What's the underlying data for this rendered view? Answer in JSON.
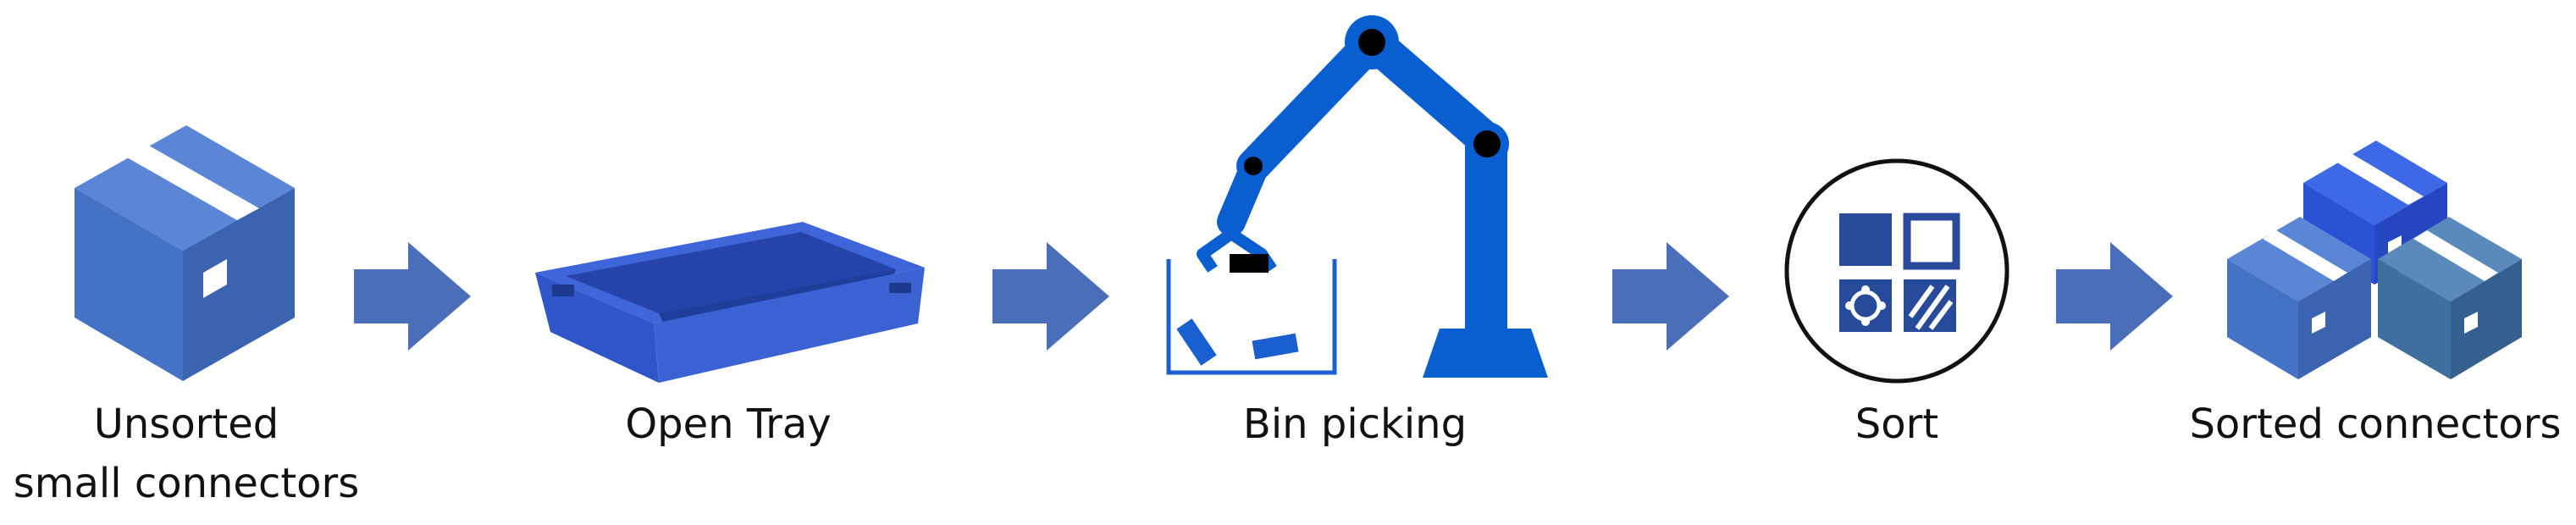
{
  "steps": [
    {
      "label_line1": "Unsorted",
      "label_line2": "small connectors",
      "icon": "box-icon"
    },
    {
      "label_line1": "Open Tray",
      "icon": "tray-icon"
    },
    {
      "label_line1": "Bin picking",
      "icon": "robot-arm-icon"
    },
    {
      "label_line1": "Sort",
      "icon": "sort-icon"
    },
    {
      "label_line1": "Sorted connectors",
      "icon": "stacked-boxes-icon"
    }
  ],
  "colors": {
    "box_front": "#4472c4",
    "box_side": "#3a63b0",
    "box_top": "#5b86d6",
    "box_tape": "#ffffff",
    "arrow": "#4a6fb8",
    "robot": "#0a5fd0",
    "tray": "#2f56c8",
    "tray_dark": "#2144a8",
    "sort_dark": "#274b9a",
    "box_teal": "#3f6f9f",
    "box_bright": "#2b52d4",
    "text": "#111111"
  }
}
